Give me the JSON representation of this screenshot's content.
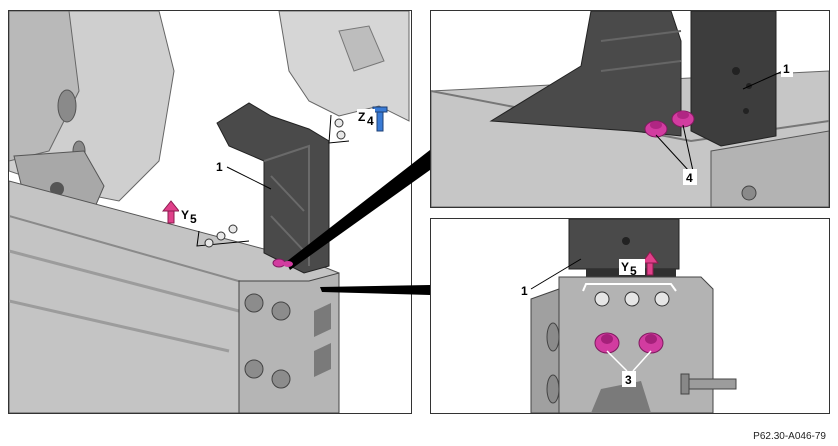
{
  "main_view": {
    "callouts": {
      "bracket": "1",
      "y5": "Y",
      "y5_sub": "5",
      "z4": "Z",
      "z4_sub": "4"
    }
  },
  "detail_top": {
    "callouts": {
      "bracket": "1",
      "nuts": "4"
    }
  },
  "detail_bottom": {
    "callouts": {
      "bracket": "1",
      "y5": "Y",
      "y5_sub": "5",
      "nuts": "3"
    }
  },
  "figure_reference": "P62.30-A046-79",
  "colors": {
    "steel_light": "#c8c8c8",
    "steel_mid": "#9a9a9a",
    "steel_dark": "#3c3c3c",
    "part_highlight": "#555555",
    "nut_magenta": "#d23ca0",
    "arrow_pink": "#e0408a",
    "arrow_blue": "#3a7bd5"
  }
}
